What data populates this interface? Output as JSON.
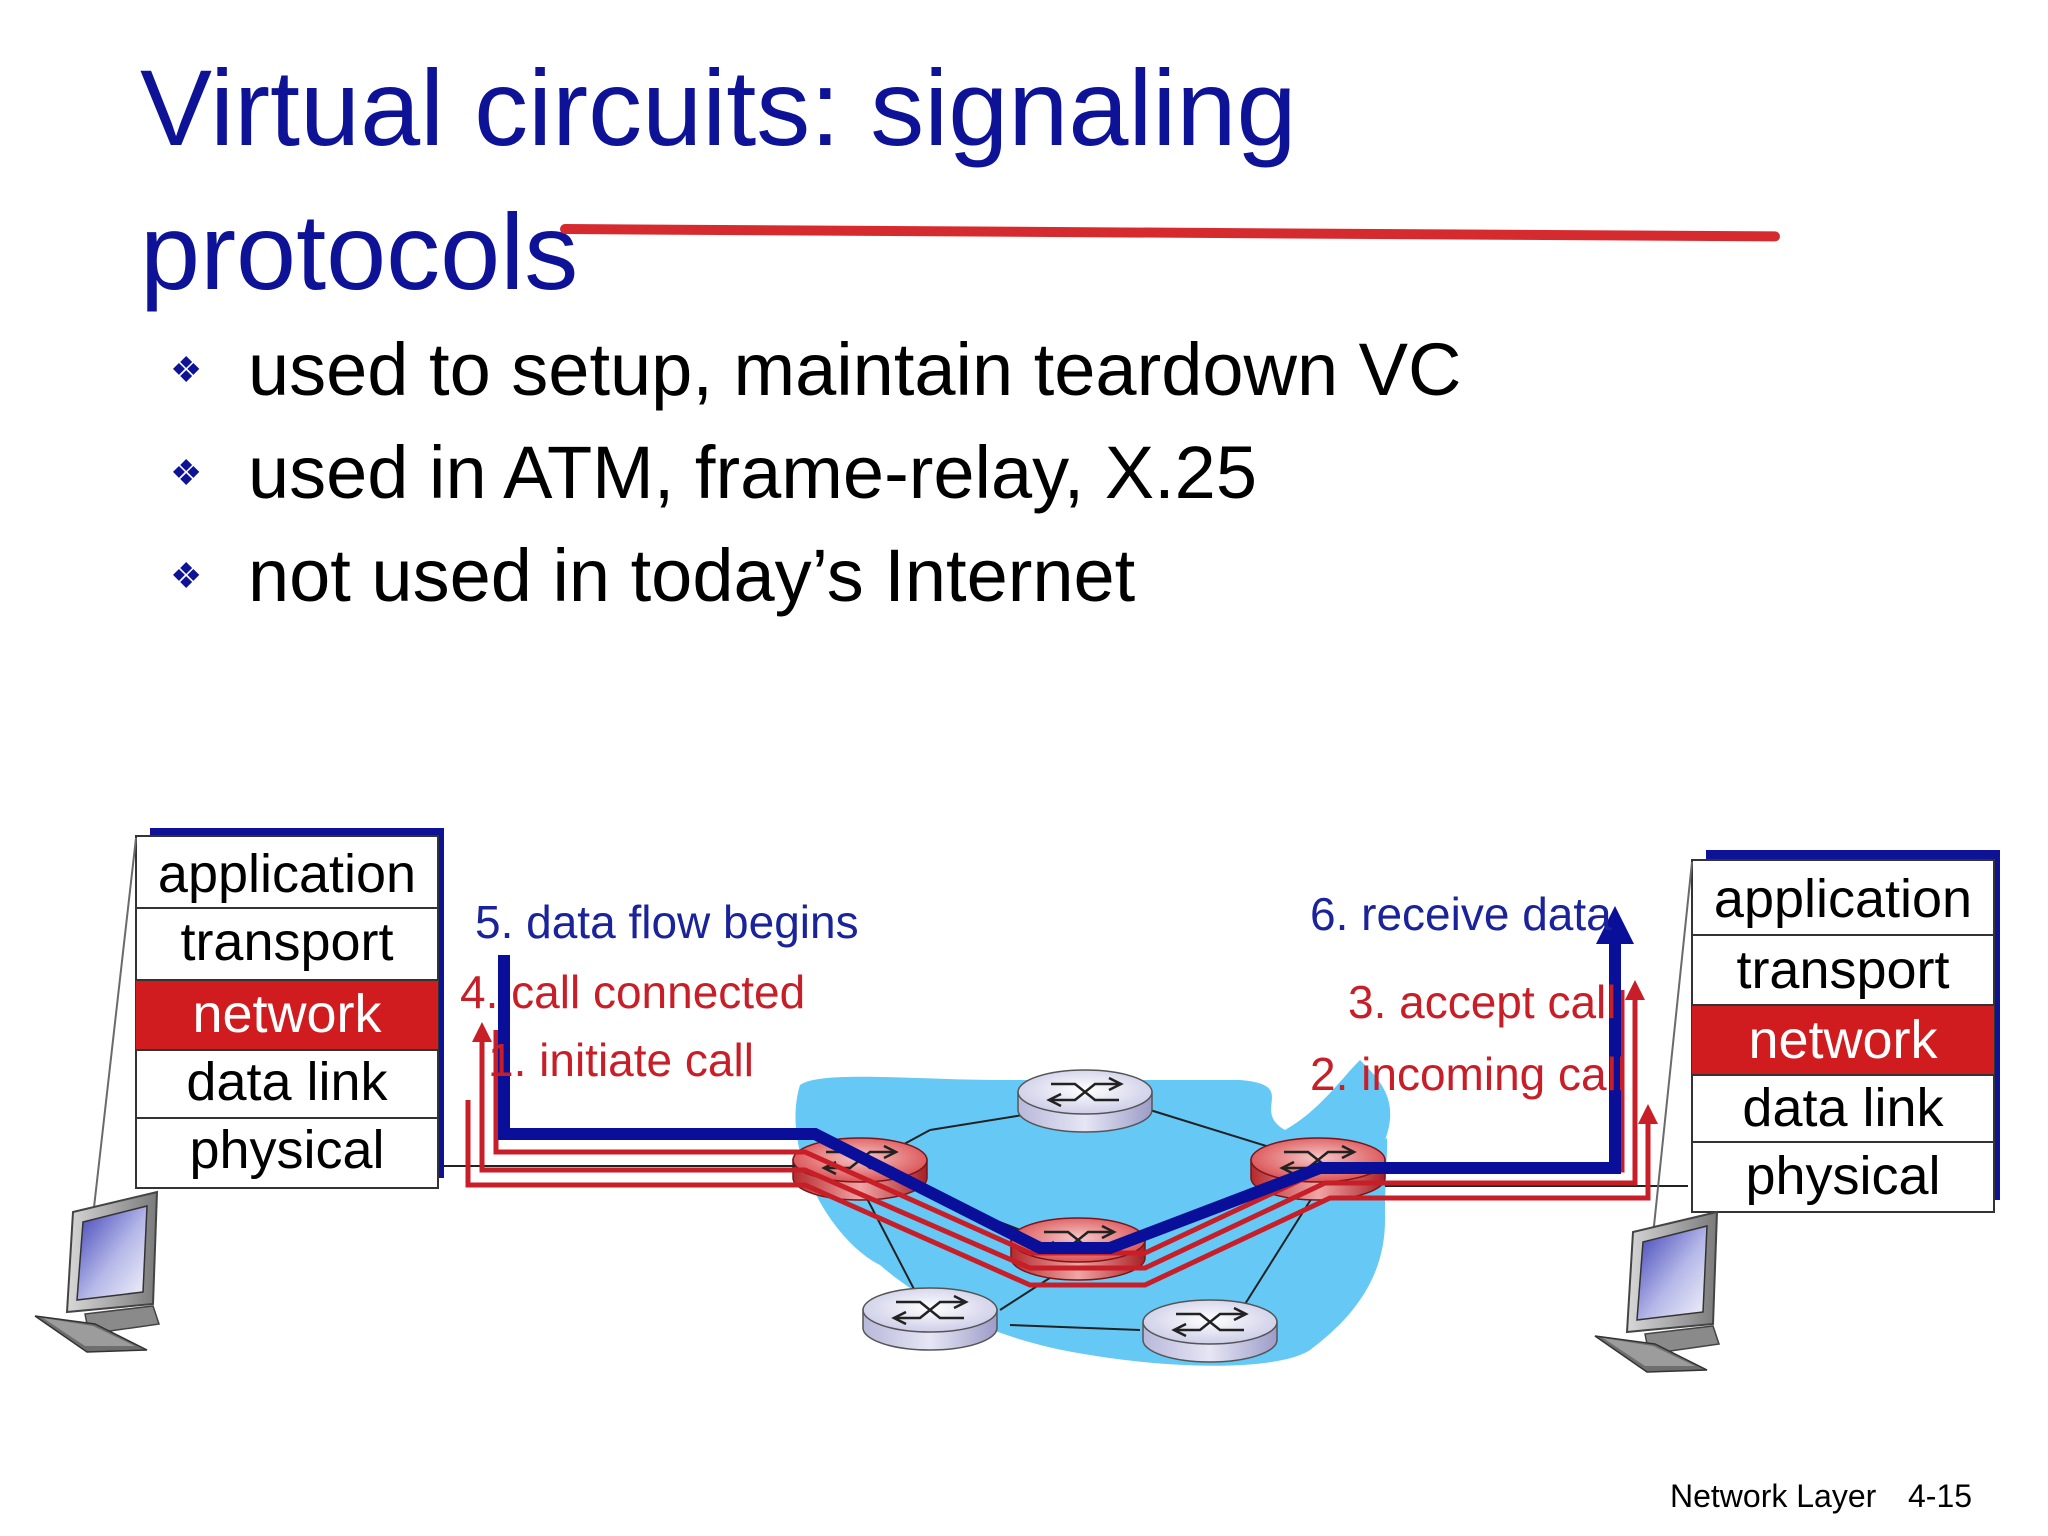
{
  "slide": {
    "title": "Virtual circuits: signaling protocols",
    "bullets": [
      "used to setup, maintain  teardown VC",
      "used in ATM, frame-relay, X.25",
      "not used in today’s Internet"
    ],
    "footer_section": "Network Layer",
    "footer_page": "4-15"
  },
  "diagram": {
    "left_stack": [
      "application",
      "transport",
      "network",
      "data link",
      "physical"
    ],
    "right_stack": [
      "application",
      "transport",
      "network",
      "data link",
      "physical"
    ],
    "highlight_layer": "network",
    "steps": {
      "s1": "1. initiate call",
      "s2": "2. incoming call",
      "s3": "3. accept call",
      "s4": "4. call connected",
      "s5": "5. data flow begins",
      "s6": "6. receive data"
    },
    "colors": {
      "title": "#0d1296",
      "data_path": "#0a0f9a",
      "signal_path": "#c81e28",
      "cloud": "#66c8f5",
      "layer_highlight": "#d11c1f",
      "shadow": "#0d1296"
    }
  }
}
